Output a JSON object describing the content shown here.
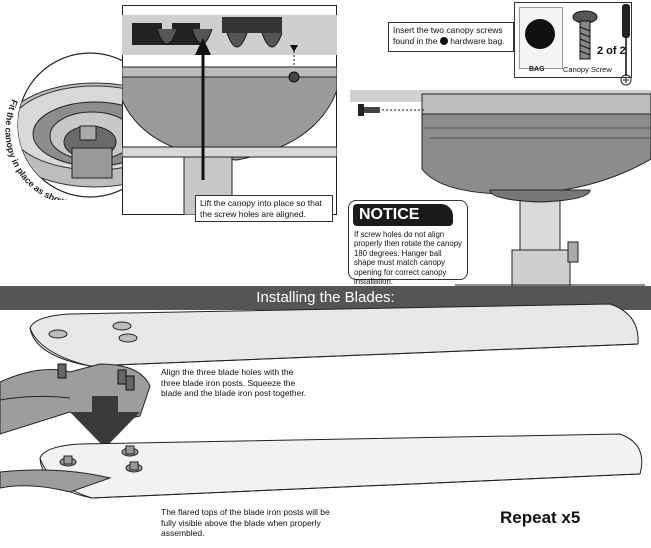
{
  "section": {
    "title": "Installing the Blades:"
  },
  "canopy": {
    "fit_note": "Fit the canopy in place as shown.",
    "lift_caption": "Lift the canopy into place so that the screw holes are aligned.",
    "insert_caption_pre": "Insert the two canopy screws found in the",
    "insert_caption_post": "hardware bag.",
    "bag_label": "BAG",
    "screw_label": "Canopy Screw",
    "count_label": "2 of 2"
  },
  "notice": {
    "heading": "NOTICE",
    "text": "If screw holes do not align properly then rotate the canopy 180 degrees. Hanger ball shape must match canopy opening for correct canopy installation."
  },
  "blades": {
    "align_caption": "Align the three blade holes with the three blade iron posts. Squeeze the blade and the blade iron post together.",
    "flared_caption": "The flared tops of the blade iron posts will be fully visible above the blade when properly assembled.",
    "repeat_label": "Repeat x5"
  },
  "icons": [
    "canopy-screw-icon",
    "screwdriver-icon",
    "down-arrow-icon",
    "up-arrow-icon"
  ]
}
